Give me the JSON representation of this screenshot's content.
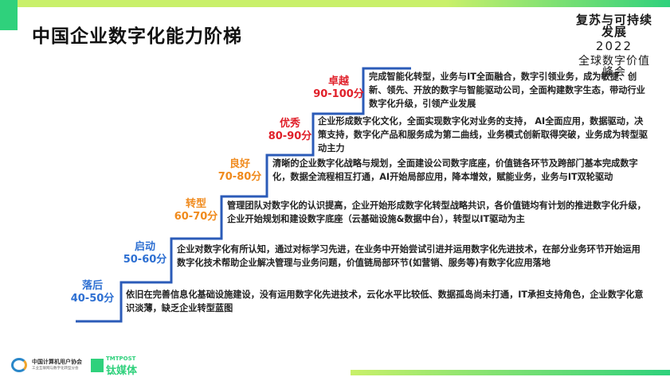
{
  "title": "中国企业数字化能力阶梯",
  "brand": {
    "line1": "复苏与可持续发展",
    "line2": "2022",
    "line3": "全球数字价值峰会"
  },
  "colors": {
    "stair_line": "#2b5bb8",
    "accent_green": "#2fd17c",
    "accent_lime": "#c9f06a"
  },
  "levels": [
    {
      "name": "落后",
      "range": "40-50分",
      "color": "#2d6fd2",
      "desc": "依旧在完善信息化基础设施建设，没有运用数字化先进技术，云化水平比较低、数据孤岛尚未打通，IT承担支持角色，企业数字化意识淡薄，缺乏企业转型蓝图"
    },
    {
      "name": "启动",
      "range": "50-60分",
      "color": "#2d6fd2",
      "desc": "企业对数字化有所认知，通过对标学习先进，在业务中开始尝试引进并运用数字化先进技术，在部分业务环节开始运用数字化技术帮助企业解决管理与业务问题，价值链局部环节(如营销、服务等)有数字化应用落地"
    },
    {
      "name": "转型",
      "range": "60-70分",
      "color": "#f08a1c",
      "desc": "管理团队对数字化的认识提高，企业开始形成数字化转型战略共识，各价值链均有计划的推进数字化升级，企业开始规划和建设数字底座（云基础设施&数据中台），转型以IT驱动为主"
    },
    {
      "name": "良好",
      "range": "70-80分",
      "color": "#f08a1c",
      "desc": "清晰的企业数字化战略与规划，全面建设公司数字底座，价值链各环节及跨部门基本完成数字化，数据全流程相互打通，AI开始局部应用，降本增效，赋能业务，业务与IT双轮驱动"
    },
    {
      "name": "优秀",
      "range": "80-90分",
      "color": "#e0202a",
      "desc": "企业形成数字化文化，全面实现数字化对业务的支持， AI全面应用，数据驱动，决策支持，数字化产品和服务成为第二曲线，业务模式创新取得突破，业务成为转型驱动主力"
    },
    {
      "name": "卓越",
      "range": "90-100分",
      "color": "#e0202a",
      "desc": "完成智能化转型，业务与IT全面融合，数字引领业务，成为敏捷、创新、领先、开放的数字与智能驱动公司，全面构建数字生态，带动行业数字化升级，引领产业发展"
    }
  ],
  "footer": {
    "org_cn": "中国计算机用户协会",
    "org_sub": "工业互联网与数字化转型分会",
    "tm_en": "TMTPOST",
    "tm_cn": "钛媒体"
  }
}
